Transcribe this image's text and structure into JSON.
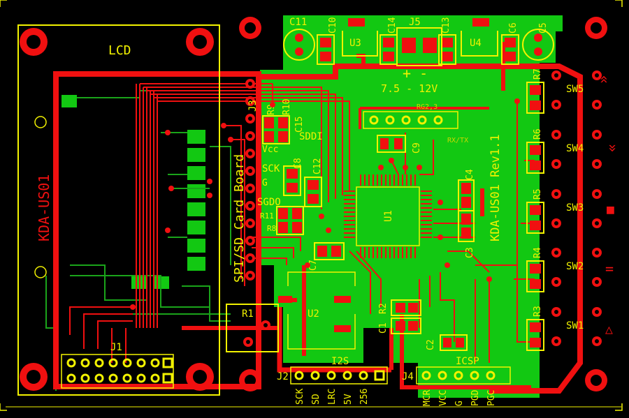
{
  "colors": {
    "background": "#000000",
    "copper_top": "#f01010",
    "copper_bottom": "#1aa41a",
    "ground_pour": "#12c812",
    "silkscreen": "#f2f200",
    "pad": "#f01010",
    "hole": "#000000"
  },
  "labels": {
    "lcd": "LCD",
    "board_name": "KDA-US01",
    "board_name_rev": "KDA-US01 Rev1.1",
    "sd_board": "SPI/SD Card Board",
    "power": "7.5 - 12V",
    "polarity": "+  -",
    "rg": "RG2,3",
    "rxtx": "RX/TX",
    "i2s": "I2S",
    "icsp": "ICSP",
    "sddi": "SDDI",
    "sck": "SCK",
    "sgdo": "SGDO",
    "vcc": "Vcc",
    "gnd": "G"
  },
  "components": {
    "u1": "U1",
    "u2": "U2",
    "u3": "U3",
    "u4": "U4",
    "j1": "J1",
    "j2": "J2",
    "j3": "J3",
    "j4": "J4",
    "j5": "J5",
    "r1": "R1",
    "r2": "R2",
    "r3": "R3",
    "r4": "R4",
    "r5": "R5",
    "r6": "R6",
    "r7": "R7",
    "r8": "R8",
    "r9": "R9",
    "r10": "R10",
    "r11": "R11",
    "c1": "C1",
    "c2": "C2",
    "c3": "C3",
    "c4": "C4",
    "c5": "C5",
    "c6": "C6",
    "c7": "C7",
    "c8": "C8",
    "c9": "C9",
    "c10": "C10",
    "c11": "C11",
    "c12": "C12",
    "c13": "C13",
    "c14": "C14",
    "c15": "C15"
  },
  "switches": [
    "SW5",
    "SW4",
    "SW3",
    "SW2",
    "SW1"
  ],
  "switch_symbols": [
    "»",
    "»",
    "■",
    "=",
    "△"
  ],
  "j2_pins": [
    "SCK",
    "SD",
    "LRC",
    "5V",
    "256"
  ],
  "j4_pins": [
    "MCR",
    "VCC",
    "G",
    "PGD",
    "PGC"
  ]
}
